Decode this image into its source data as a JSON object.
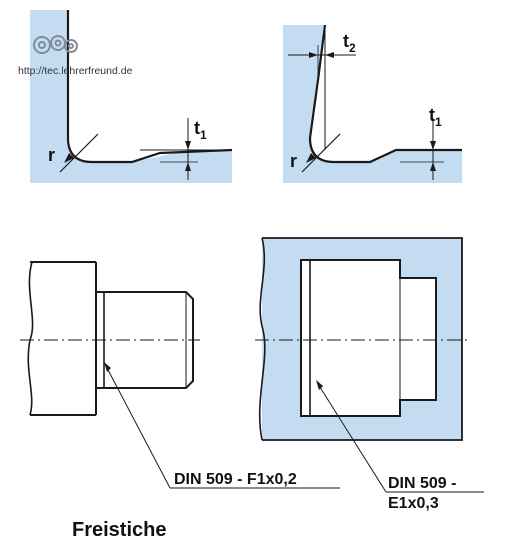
{
  "watermark": {
    "url": "http://tec.lehrerfreund.de",
    "icon": "gears-logo"
  },
  "detail_left": {
    "radius_label": "r",
    "depth_label": "t",
    "depth_index": "1"
  },
  "detail_right": {
    "radius_label": "r",
    "depth_label": "t",
    "depth_index": "1",
    "depth2_label": "t",
    "depth2_index": "2"
  },
  "shaft_callout": "DIN 509 - F1x0,2",
  "bore_callout": {
    "line1": "DIN 509 -",
    "line2": "E1x0,3"
  },
  "caption": "Freistiche",
  "colors": {
    "fill": "#c4dcf2",
    "line": "#1a1a1a"
  }
}
